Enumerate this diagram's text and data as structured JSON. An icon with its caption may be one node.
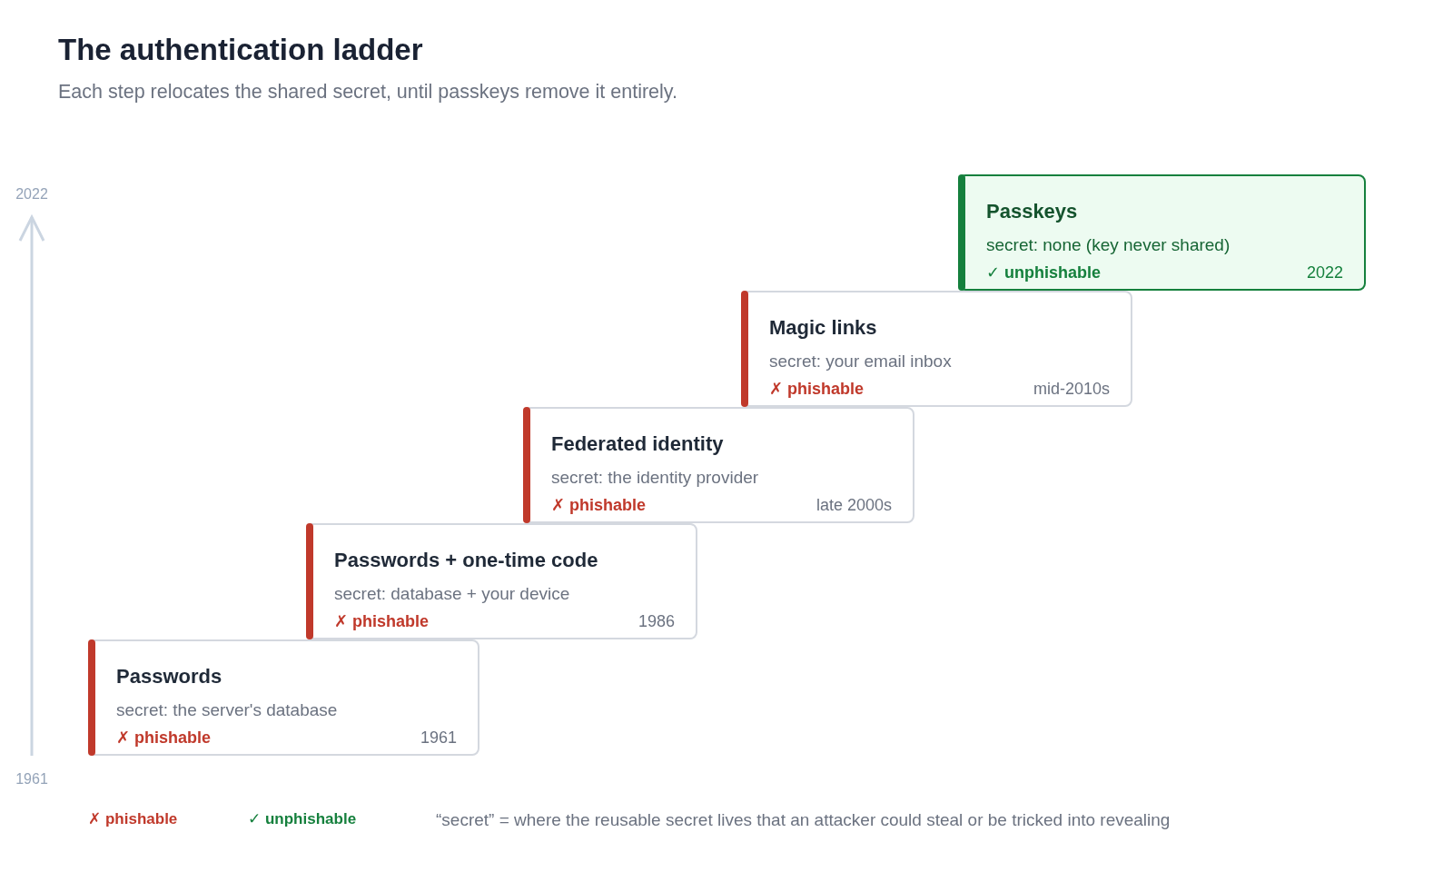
{
  "diagram": {
    "title": "The authentication ladder",
    "caption": "Each step relocates the shared secret, until passkeys remove it entirely.",
    "nodes": [
      {
        "text": [
          "Passwords",
          "secret: the server's database",
          "✗ phishable",
          "1961"
        ]
      },
      {
        "text": [
          "Passwords + one-time code",
          "secret: database + your device",
          "✗ phishable",
          "1986"
        ]
      },
      {
        "text": [
          "Federated identity",
          "secret: the identity provider",
          "✗ phishable",
          "late 2000s"
        ]
      },
      {
        "text": [
          "Magic links",
          "secret: your email inbox",
          "✗ phishable",
          "mid-2010s"
        ]
      },
      {
        "text": [
          "Passkeys",
          "secret: none (key never shared)",
          "✓ unphishable",
          "2022"
        ]
      }
    ],
    "labels": [
      "2022",
      "1961",
      "“secret” = where the reusable secret lives that an attacker could steal or be tricked into revealing"
    ],
    "legend": [
      {
        "text": "✗ phishable",
        "color": "#c0392b"
      },
      {
        "text": "✓ unphishable",
        "color": "#15803d"
      }
    ]
  }
}
